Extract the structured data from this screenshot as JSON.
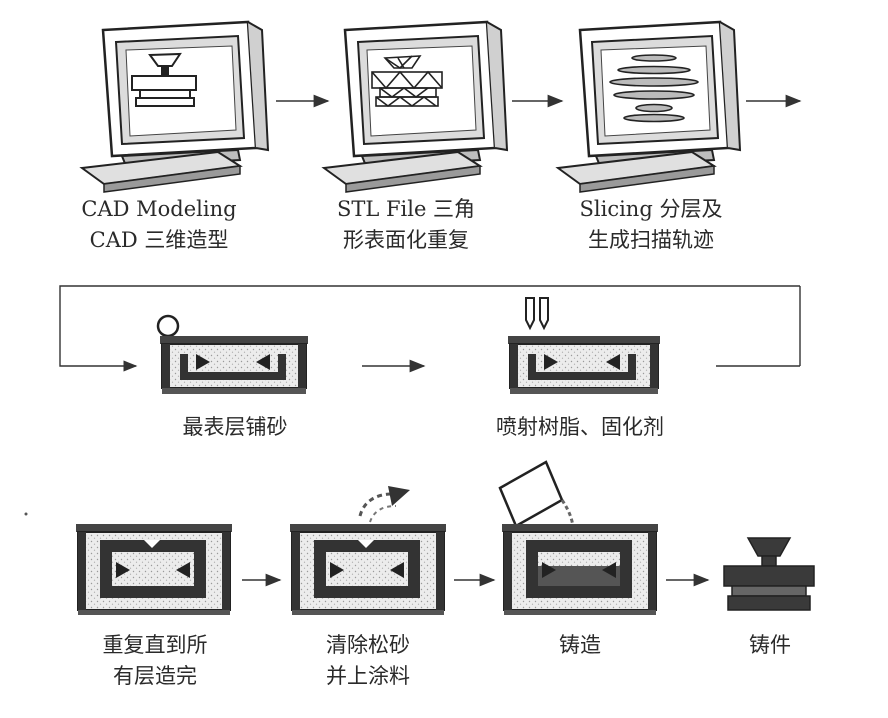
{
  "steps": [
    {
      "id": "cad",
      "line1": "CAD Modeling",
      "line2": "CAD 三维造型"
    },
    {
      "id": "stl",
      "line1": "STL File 三角",
      "line2": "形表面化重复"
    },
    {
      "id": "slicing",
      "line1": "Slicing 分层及",
      "line2": "生成扫描轨迹"
    },
    {
      "id": "sand",
      "line1": "最表层铺砂"
    },
    {
      "id": "resin",
      "line1": "喷射树脂、固化剂"
    },
    {
      "id": "repeat",
      "line1": "重复直到所",
      "line2": "有层造完"
    },
    {
      "id": "clean",
      "line1": "清除松砂",
      "line2": "并上涂料"
    },
    {
      "id": "casting",
      "line1": "铸造"
    },
    {
      "id": "part",
      "line1": "铸件"
    }
  ],
  "colors": {
    "ink": "#2a2a2a",
    "shade": "#c9c9c9",
    "dark": "#3a3a3a",
    "sandFill": "#e6e6e6"
  }
}
